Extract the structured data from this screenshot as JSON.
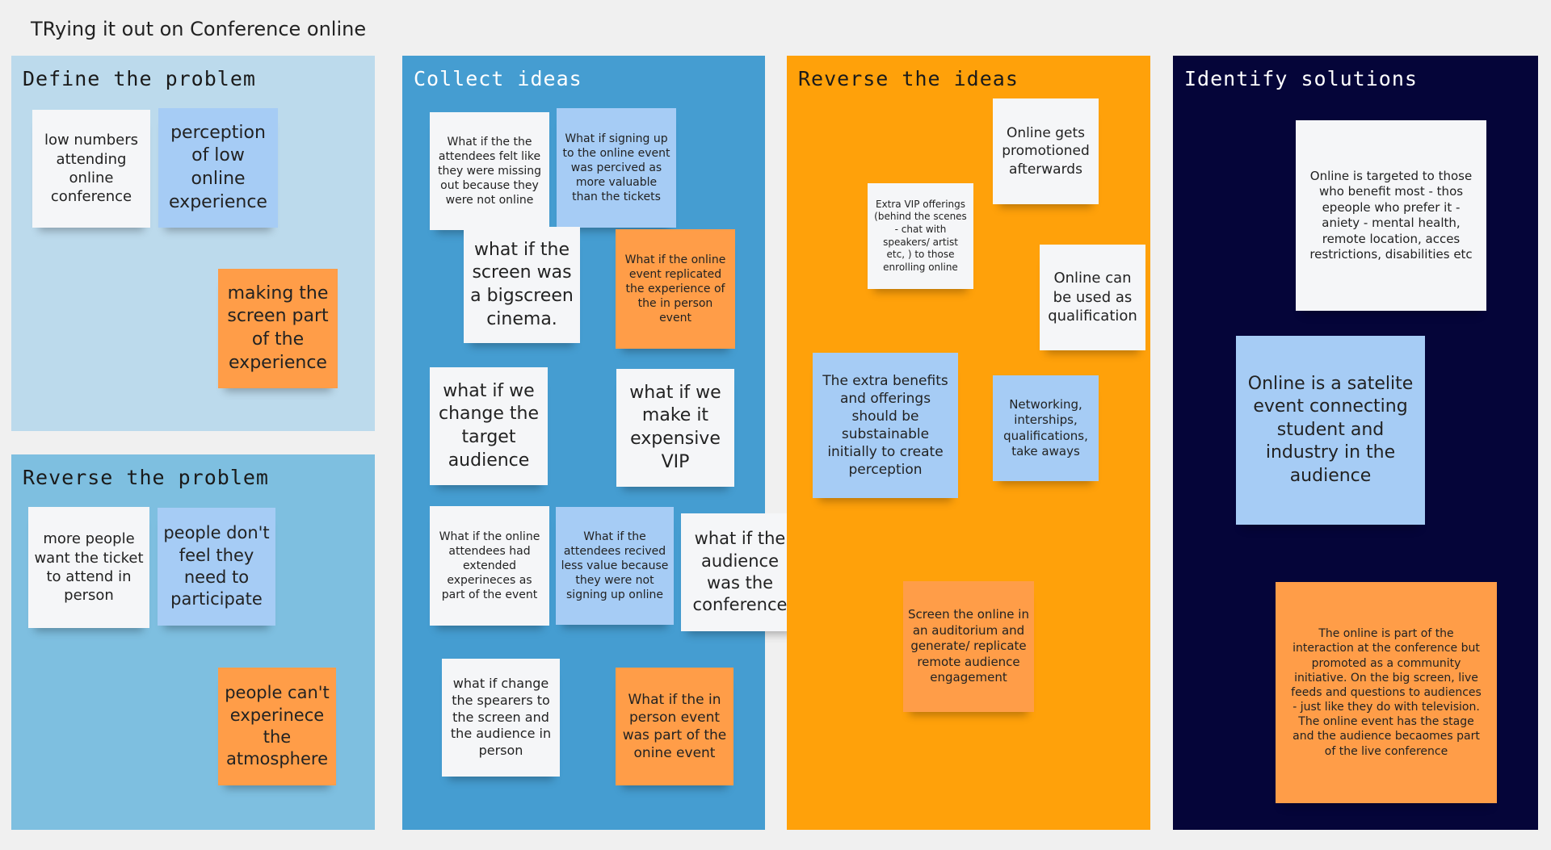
{
  "board": {
    "title": "TRying it out on Conference online"
  },
  "colors": {
    "canvas": "#f0f0f0",
    "note_white": "#f5f6f8",
    "note_blue": "#a6ccf5",
    "note_orange": "#ff9d48",
    "frame_define": "#bcdaec",
    "frame_reverse_problem": "#7ebfe0",
    "frame_collect": "#459dd1",
    "frame_reverse_ideas": "#ffa10a",
    "frame_solutions": "#050539"
  },
  "frames": {
    "define": {
      "title": "Define the problem",
      "notes": [
        "low numbers attending online conference",
        "perception of low online experience",
        "making the screen part of the experience"
      ]
    },
    "reverse_problem": {
      "title": "Reverse the problem",
      "notes": [
        "more people want the ticket to attend in person",
        "people don't feel they need to participate",
        "people can't experinece the atmosphere"
      ]
    },
    "collect": {
      "title": "Collect ideas",
      "notes": [
        "What if the the attendees felt like they were missing out because they were not online",
        "What if signing up to the online event was percived as more valuable than the tickets",
        "what if the screen was a bigscreen cinema.",
        "What if the  online event replicated the experience of the in person event",
        "what if we change the target audience",
        "what if we make it expensive VIP",
        "What if the online attendees had extended experineces as part of the event",
        "What if the attendees recived less value because they were not signing up online",
        "what if the audience was the conference",
        "what if change the spearers to the screen and the audience in person",
        "What if the  in person event was part of the onine event"
      ]
    },
    "reverse_ideas": {
      "title": "Reverse the ideas",
      "notes": [
        "Online gets promotioned afterwards",
        "Extra VIP offerings (behind the scenes - chat with speakers/ artist etc, ) to those enrolling online",
        "Online can be used as qualification",
        "The extra benefits and offerings should be substainable initially to create perception",
        "Networking, interships, qualifications, take aways",
        "Screen the online in an auditorium and generate/ replicate remote audience engagement"
      ]
    },
    "solutions": {
      "title": "Identify solutions",
      "notes": [
        "Online is targeted to those who benefit most - thos epeople who prefer it - aniety - mental health, remote location,  acces restrictions, disabilities etc",
        "Online is a satelite event connecting student and industry in the audience",
        "The online is part of the interaction at the conference but promoted as a community initiative. On the big screen, live feeds and questions to audiences - just like they do with television. The online event has the stage and the audience becaomes part of the live conference"
      ]
    }
  }
}
